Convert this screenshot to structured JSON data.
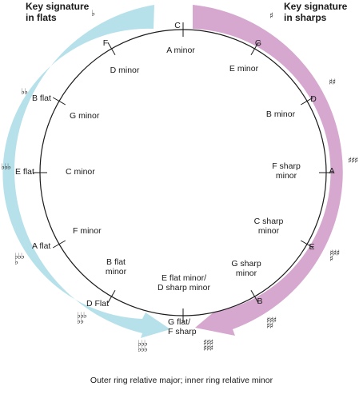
{
  "headings": {
    "flats": "Key signature\nin flats",
    "sharps": "Key signature\nin sharps"
  },
  "caption": "Outer ring relative major; inner ring relative minor",
  "colors": {
    "flats_arrow": "#b6e1ea",
    "sharps_arrow": "#d7a8cf",
    "ring": "#1a1a1a"
  },
  "keys": {
    "c": {
      "major": "C",
      "minor": "A minor"
    },
    "g": {
      "major": "G",
      "minor": "E minor"
    },
    "d": {
      "major": "D",
      "minor": "B minor"
    },
    "a": {
      "major": "A",
      "minor": "F sharp\nminor"
    },
    "e": {
      "major": "E",
      "minor": "C sharp\nminor"
    },
    "b": {
      "major": "B",
      "minor": "G sharp\nminor"
    },
    "gb_fsharp": {
      "major": "G flat/\nF sharp",
      "minor": "E flat minor/\nD sharp minor"
    },
    "db": {
      "major": "D Flat",
      "minor": "B flat\nminor"
    },
    "ab": {
      "major": "A flat",
      "minor": "F minor"
    },
    "eb": {
      "major": "E flat",
      "minor": "C minor"
    },
    "bb": {
      "major": "B flat",
      "minor": "G minor"
    },
    "f": {
      "major": "F",
      "minor": "D minor"
    }
  },
  "accidentals": {
    "g": "♯",
    "d": "♯♯",
    "a": "♯♯♯",
    "e": "♯♯♯\n♯",
    "b": "♯♯♯\n♯♯",
    "fsharp": "♯♯♯\n♯♯♯",
    "f": "♭",
    "bb": "♭♭",
    "eb": "♭♭♭",
    "ab": "♭♭♭\n♭",
    "db": "♭♭♭\n♭♭",
    "gb": "♭♭♭\n♭♭♭"
  }
}
